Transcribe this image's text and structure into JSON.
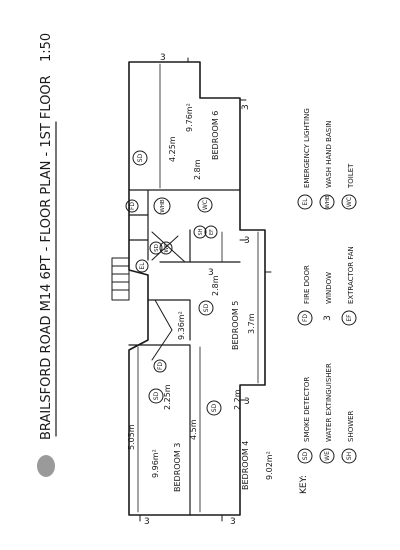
{
  "title": "BRAILSFORD ROAD M14 6PT - FLOOR PLAN - 1ST FLOOR",
  "scale": "1:50",
  "rooms": {
    "bedroom6": {
      "label": "BEDROOM 6",
      "area": "9.76m²",
      "dim_a": "4.25m",
      "dim_b": "2.8m"
    },
    "bedroom5": {
      "label": "BEDROOM 5",
      "area": "9.36m²",
      "dim_a": "3.7m",
      "dim_b": "2.8m"
    },
    "bedroom3": {
      "label": "BEDROOM 3",
      "area": "9.96m²",
      "dim_a": "5.05m",
      "dim_b": "2.25m"
    },
    "bedroom4": {
      "label": "BEDROOM 4",
      "area": "9.02m²",
      "dim_a": "4.5m",
      "dim_b": "2.2m"
    }
  },
  "symbols": {
    "sd": "SD",
    "fd": "FD",
    "whb": "WHB",
    "wc": "WC",
    "el": "EL",
    "ef": "EF",
    "sh": "SH",
    "we": "WE"
  },
  "window_marks": [
    "3",
    "3",
    "3",
    "3",
    "3",
    "3",
    "3"
  ],
  "key": {
    "label": "KEY:",
    "items": [
      {
        "code": "SD",
        "text": "SMOKE DETECTOR"
      },
      {
        "code": "WE",
        "text": "WATER EXTINGUISHER"
      },
      {
        "code": "SH",
        "text": "SHOWER"
      },
      {
        "code": "FD",
        "text": "FIRE DOOR"
      },
      {
        "code": "3",
        "text": "WINDOW"
      },
      {
        "code": "EF",
        "text": "EXTRACTOR FAN"
      },
      {
        "code": "EL",
        "text": "EMERGENCY LIGHTING"
      },
      {
        "code": "WHB",
        "text": "WASH HAND BASIN"
      },
      {
        "code": "WC",
        "text": "TOILET"
      }
    ]
  }
}
